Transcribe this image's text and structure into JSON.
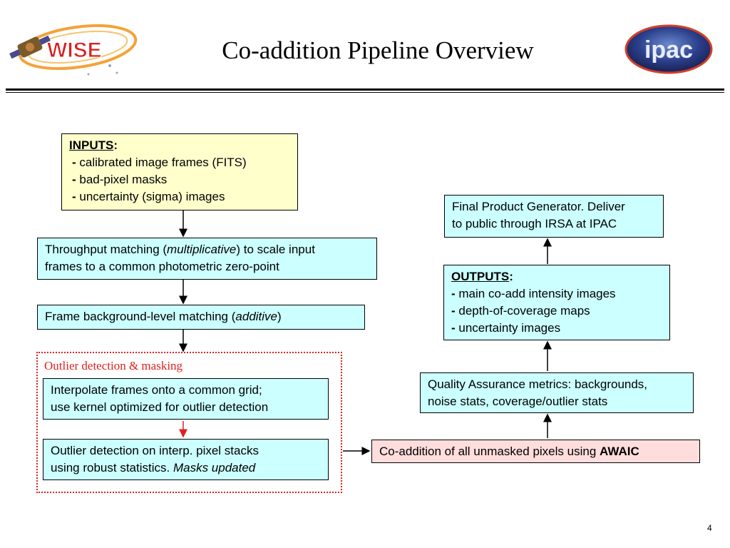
{
  "title": "Co-addition Pipeline Overview",
  "logos": {
    "left_text": "WISE",
    "right_text": "ipac"
  },
  "inputs": {
    "heading": "INPUTS",
    "colon": ":",
    "items": [
      "calibrated image frames (FITS)",
      "bad-pixel masks",
      "uncertainty (sigma) images"
    ]
  },
  "throughput": {
    "before": "Throughput matching (",
    "italic": "multiplicative",
    "after": ") to scale input",
    "line2": "frames to a common photometric zero-point"
  },
  "background": {
    "before": "Frame background-level matching (",
    "italic": "additive",
    "after": ")"
  },
  "outlier": {
    "label": "Outlier detection & masking",
    "interp_line1": "Interpolate frames onto a common grid;",
    "interp_line2": "use kernel optimized for outlier detection",
    "detect_line1": "Outlier detection on interp. pixel stacks",
    "detect_line2_plain": "using robust statistics. ",
    "detect_line2_italic": "Masks updated"
  },
  "coadd": {
    "text": "Co-addition of all unmasked pixels using ",
    "bold": "AWAIC"
  },
  "qa": {
    "line1": "Quality Assurance metrics: backgrounds,",
    "line2": "noise stats, coverage/outlier stats"
  },
  "outputs": {
    "heading": "OUTPUTS",
    "colon": ":",
    "items": [
      "main co-add intensity images",
      "depth-of-coverage maps",
      "uncertainty images"
    ]
  },
  "final": {
    "line1": "Final Product Generator. Deliver",
    "line2": "to public through IRSA at IPAC"
  },
  "dash": "- ",
  "page_number": "4",
  "colors": {
    "inputs_bg": "#ffffcc",
    "process_bg": "#ccffff",
    "coadd_bg": "#ffdddd",
    "outlier_border": "#e02020",
    "outlier_arrow": "#e02020"
  }
}
